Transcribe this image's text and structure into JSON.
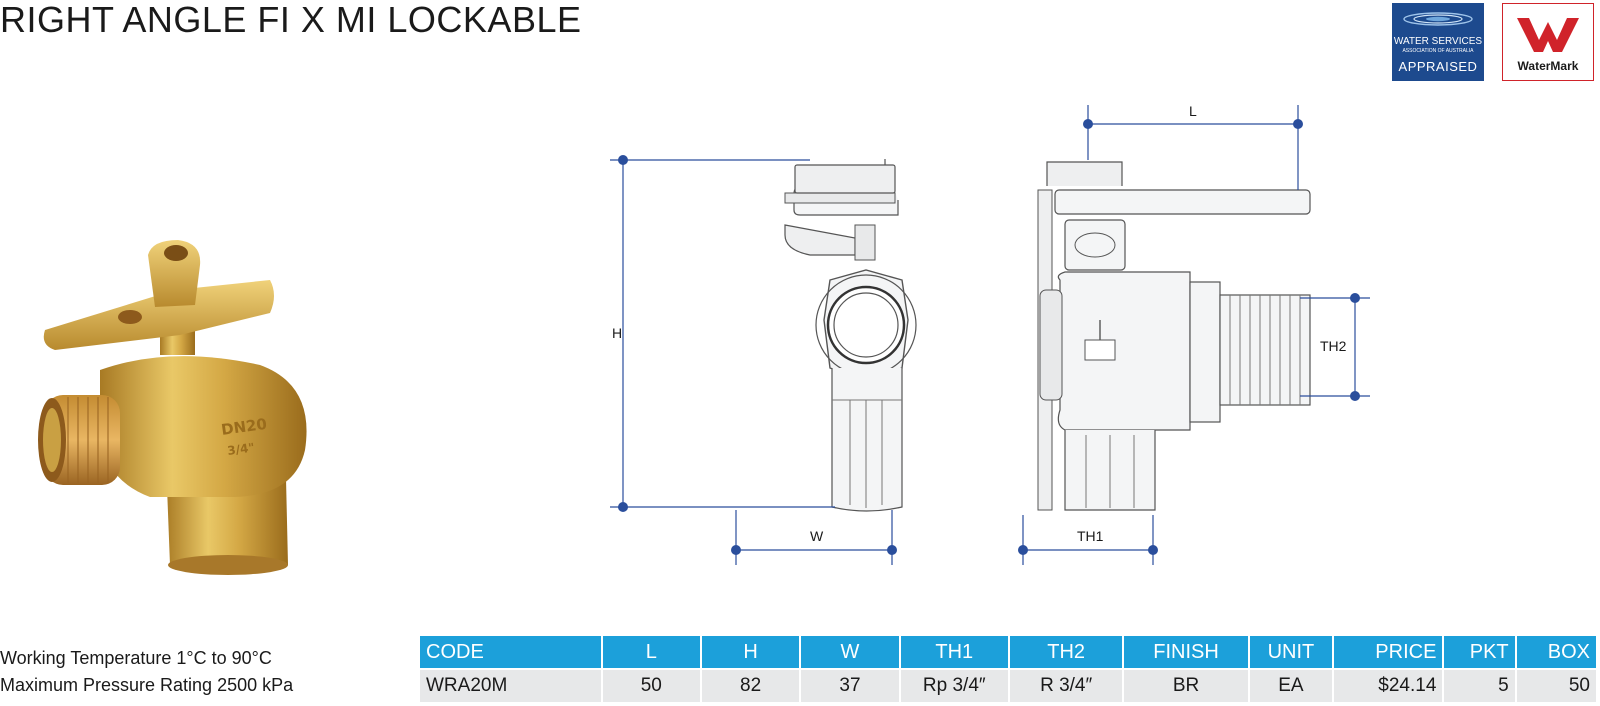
{
  "title": "RIGHT ANGLE FI X MI LOCKABLE",
  "badges": {
    "wsaa": {
      "line1": "WATER SERVICES",
      "line2": "ASSOCIATION OF AUSTRALIA",
      "line3": "APPRAISED"
    },
    "watermark": {
      "text": "WaterMark"
    }
  },
  "drawing": {
    "labels": {
      "h": "H",
      "w": "W",
      "l": "L",
      "th1": "TH1",
      "th2": "TH2"
    }
  },
  "specs": {
    "temperature": "Working Temperature 1°C to 90°C",
    "pressure": "Maximum Pressure Rating 2500 kPa"
  },
  "table": {
    "headers": [
      "CODE",
      "L",
      "H",
      "W",
      "TH1",
      "TH2",
      "FINISH",
      "UNIT",
      "PRICE",
      "PKT",
      "BOX"
    ],
    "rows": [
      [
        "WRA20M",
        "50",
        "82",
        "37",
        "Rp 3/4″",
        "R 3/4″",
        "BR",
        "EA",
        "$24.14",
        "5",
        "50"
      ]
    ]
  },
  "colors": {
    "header_blue": "#1ca0da",
    "row_grey": "#e7e8e9",
    "dimension_blue": "#2a4e9c",
    "wsaa_blue": "#1d4a8e",
    "watermark_red": "#d0232a",
    "brass": "#c9a043"
  }
}
